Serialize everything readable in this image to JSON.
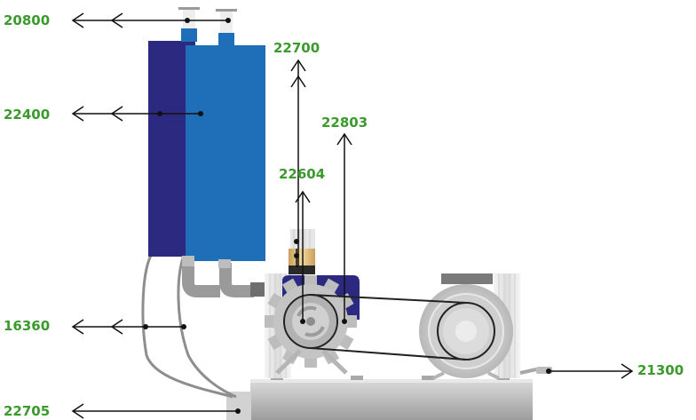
{
  "colors": {
    "label": "#3a9a2c",
    "tank_front": "#1f6fb8",
    "tank_back": "#2c2a80",
    "housing": "#2c2a80",
    "leader": "#111111"
  },
  "labels": {
    "p20800": "20800",
    "p22400": "22400",
    "p22700": "22700",
    "p22803": "22803",
    "p22604": "22604",
    "p16360": "16360",
    "p21300": "21300",
    "p22705": "22705"
  }
}
